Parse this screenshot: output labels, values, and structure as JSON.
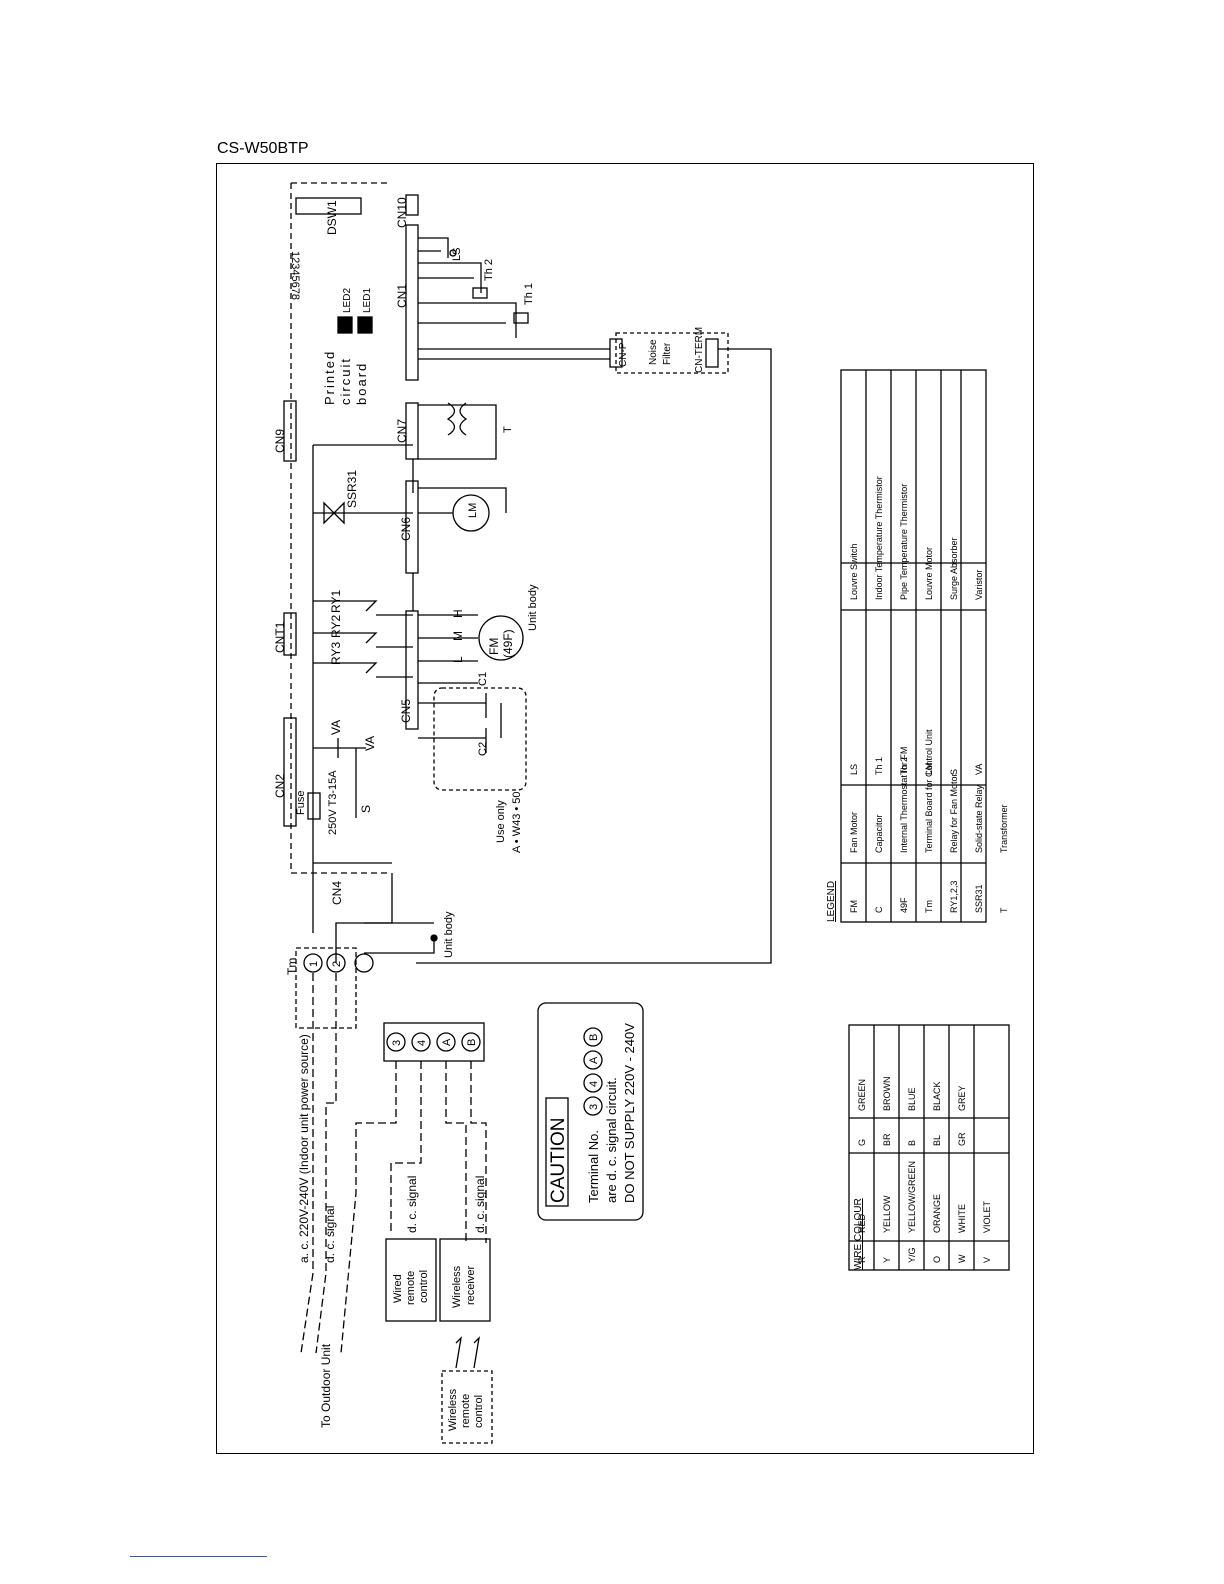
{
  "model": "CS-W50BTP",
  "board": {
    "label": [
      "Printed",
      "circuit",
      "board"
    ],
    "connectors": [
      "CN1",
      "CN2",
      "CN4",
      "CN5",
      "CN6",
      "CN7",
      "CN9",
      "CN10",
      "CNT1"
    ],
    "dsw_label": "DSW1",
    "dsw_numbers": "12345678",
    "led1": "LED1",
    "led2": "LED2",
    "fuse": "Fuse",
    "fuse_rating": "250V T3-15A",
    "ssr": "SSR31",
    "surge": "S",
    "varistor": "VA",
    "relays": [
      "RY1",
      "RY2",
      "RY3"
    ]
  },
  "components": {
    "fan_motor": [
      "FM",
      "(49F)"
    ],
    "louvre_motor": "LM",
    "louvre_switch": "LS",
    "thermistors": [
      "Th 1",
      "Th 2"
    ],
    "transformer": "T",
    "capacitors": [
      "C1",
      "C2"
    ],
    "speeds": [
      "H",
      "M",
      "L"
    ],
    "unit_body": "Unit body",
    "use_only": [
      "Use only",
      "A • W43 • 50"
    ]
  },
  "noise_filter": {
    "top": "CN-P",
    "name": [
      "Noise",
      "Filter"
    ],
    "bottom": "CN-TERM"
  },
  "terminal_block": {
    "label": "Tm",
    "terminals": [
      "1",
      "2"
    ],
    "signal_terminals": [
      "3",
      "4",
      "A",
      "B"
    ]
  },
  "wire_labels": {
    "power": "a. c. 220V-240V (Indoor unit power source)",
    "signal": "d. c. signal",
    "to_outdoor": "To Outdoor Unit"
  },
  "remotes": {
    "wired": [
      "Wired",
      "remote",
      "control"
    ],
    "receiver": [
      "Wireless",
      "receiver"
    ],
    "wireless": [
      "Wireless",
      "remote",
      "control"
    ]
  },
  "caution": {
    "title": "CAUTION",
    "line1": "Terminal No.",
    "line2": "are d. c. signal circuit.",
    "line3": "DO NOT SUPPLY 220V - 240V"
  },
  "legend": {
    "title": "LEGEND",
    "rows": [
      [
        "FM",
        "Fan Motor",
        "LS",
        "Louvre Switch"
      ],
      [
        "C",
        "Capacitor",
        "Th 1",
        "Indoor Temperature Thermistor"
      ],
      [
        "49F",
        "Internal Thermostat for FM",
        "Th 2",
        "Pipe Temperature Thermistor"
      ],
      [
        "Tm",
        "Terminal Board for Control Unit",
        "LM",
        "Louvre Motor"
      ],
      [
        "RY1,2,3",
        "Relay for Fan Motor",
        "S",
        "Surge Absorber"
      ],
      [
        "SSR31",
        "Solid-state Relay",
        "VA",
        "Varistor"
      ],
      [
        "T",
        "Transformer",
        "",
        ""
      ]
    ]
  },
  "wire_colour": {
    "title": "WIRE COLOUR",
    "rows": [
      [
        "R",
        "RED",
        "G",
        "GREEN"
      ],
      [
        "Y",
        "YELLOW",
        "BR",
        "BROWN"
      ],
      [
        "Y/G",
        "YELLOW/GREEN",
        "B",
        "BLUE"
      ],
      [
        "O",
        "ORANGE",
        "BL",
        "BLACK"
      ],
      [
        "W",
        "WHITE",
        "GR",
        "GREY"
      ],
      [
        "V",
        "VIOLET",
        "",
        ""
      ]
    ]
  }
}
